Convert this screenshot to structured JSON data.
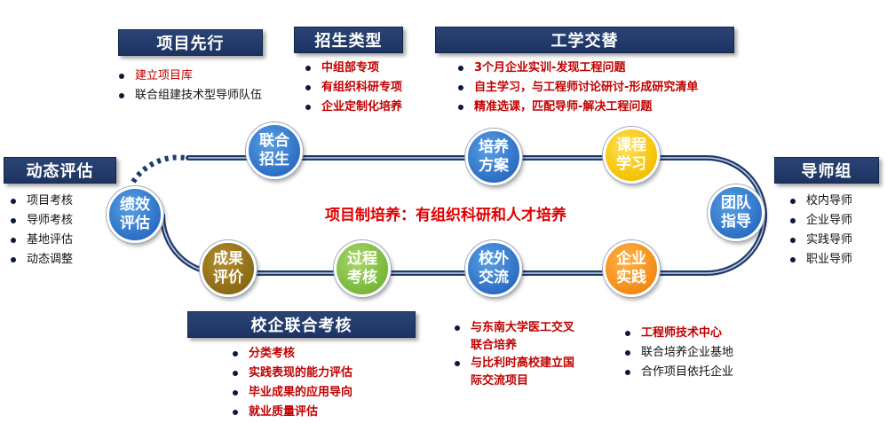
{
  "headers": {
    "xiangmu": "项目先行",
    "zhaosheng": "招生类型",
    "gongxue": "工学交替",
    "dongtai": "动态评估",
    "daoshi": "导师组",
    "xiaoqi": "校企联合考核"
  },
  "center_title": "项目制培养：有组织科研和人才培养",
  "lists": {
    "xiangmu": [
      "建立项目库",
      "联合组建技术型导师队伍"
    ],
    "zhaosheng": [
      "中组部专项",
      "有组织科研专项",
      "企业定制化培养"
    ],
    "gongxue": [
      "3个月企业实训-发现工程问题",
      "自主学习，与工程师讨论研讨-形成研究清单",
      "精准选课，匹配导师-解决工程问题"
    ],
    "dongtai": [
      "项目考核",
      "导师考核",
      "基地评估",
      "动态调整"
    ],
    "daoshi": [
      "校内导师",
      "企业导师",
      "实践导师",
      "职业导师"
    ],
    "xiaoqi": [
      "分类考核",
      "实践表现的能力评估",
      "毕业成果的应用导向",
      "就业质量评估"
    ],
    "xiaowai": [
      "与东南大学医工交叉联合培养",
      "与比利时高校建立国际交流项目"
    ],
    "qiye": [
      "工程师技术中心",
      "联合培养企业基地",
      "合作项目依托企业"
    ]
  },
  "nodes": {
    "lianhe": "联合\n招生",
    "peiyang": "培养\n方案",
    "kecheng": "课程\n学习",
    "tuandui": "团队\n指导",
    "qiye": "企业\n实践",
    "xiaowai": "校外\n交流",
    "guocheng": "过程\n考核",
    "chengguo": "成果\n评价",
    "jixiao": "绩效\n评估"
  },
  "colors": {
    "header_bg": "#1d3461",
    "track": "#1f3a6e",
    "highlight_red": "#c00000",
    "title_red": "#e00000"
  }
}
